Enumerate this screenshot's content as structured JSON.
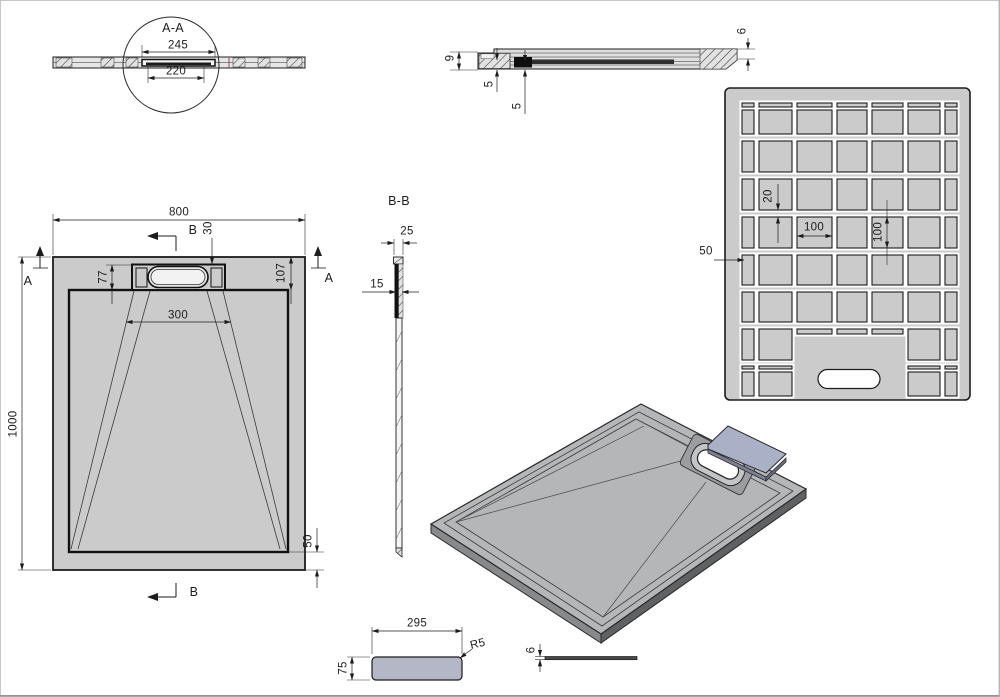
{
  "colors": {
    "tray": "#cbcbcb",
    "cover_plate": "#b3b7c6",
    "line": "#1c1c1c",
    "background": "#ffffff"
  },
  "views": {
    "section_aa": {
      "label": "A-A",
      "dims": {
        "recess_outer": "245",
        "recess_inner": "220"
      }
    },
    "section_front": {
      "dims": {
        "left_height": "9",
        "left_step": "5",
        "left_depth": "5",
        "right_edge": "6"
      }
    },
    "grid_view": {
      "dims": {
        "rib_gap": "20",
        "cell_width": "100",
        "cell_height": "100",
        "edge_offset": "50"
      }
    },
    "plan_view": {
      "markers": {
        "a": "A",
        "b": "B"
      },
      "dims": {
        "width": "800",
        "length": "1000",
        "drain_height": "77",
        "section_offset": "30",
        "top_inset": "107",
        "drain_width": "300",
        "bottom_inset": "50"
      }
    },
    "section_bb": {
      "label": "B-B",
      "dims": {
        "top_thickness": "25",
        "body_thickness": "15"
      }
    },
    "cover_plate": {
      "dims": {
        "width": "295",
        "height": "75",
        "corner_radius": "R5",
        "thickness": "6"
      }
    }
  }
}
